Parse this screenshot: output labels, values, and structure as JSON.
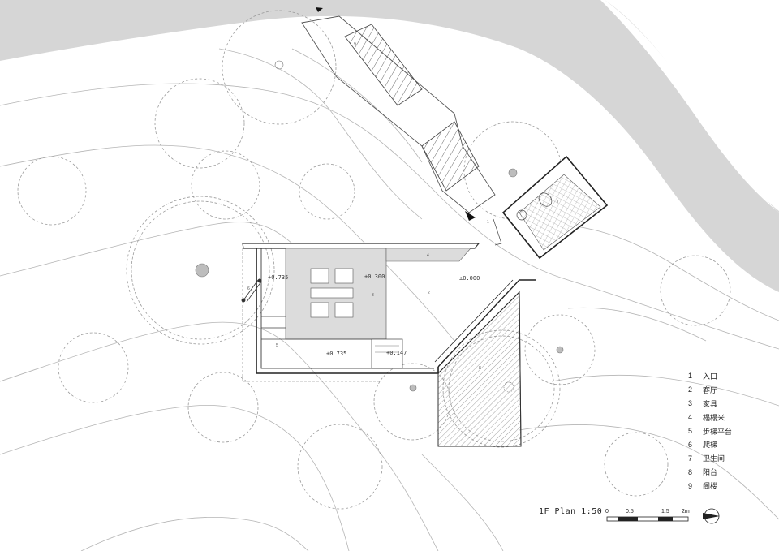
{
  "drawing": {
    "title": "1F Plan  1:50",
    "scale_bar": {
      "ticks": [
        "0",
        "0.5",
        "1.5",
        "2m"
      ]
    },
    "levels": {
      "entry": "±0.000",
      "tatami": "+0.300",
      "stage_left": "+0.735",
      "stage_bottom": "+0.735",
      "step": "+0.147"
    },
    "room_numbers": [
      "1",
      "2",
      "3",
      "4",
      "5",
      "6",
      "7",
      "8",
      "9"
    ]
  },
  "legend": {
    "items": [
      {
        "num": "1",
        "label": "入口"
      },
      {
        "num": "2",
        "label": "客厅"
      },
      {
        "num": "3",
        "label": "家具"
      },
      {
        "num": "4",
        "label": "榻榻米"
      },
      {
        "num": "5",
        "label": "步梯平台"
      },
      {
        "num": "6",
        "label": "爬梯"
      },
      {
        "num": "7",
        "label": "卫生间"
      },
      {
        "num": "8",
        "label": "阳台"
      },
      {
        "num": "9",
        "label": "阁楼"
      }
    ]
  },
  "icons": {
    "north_arrow": "north-arrow-icon",
    "entry_arrow": "arrow-icon"
  }
}
